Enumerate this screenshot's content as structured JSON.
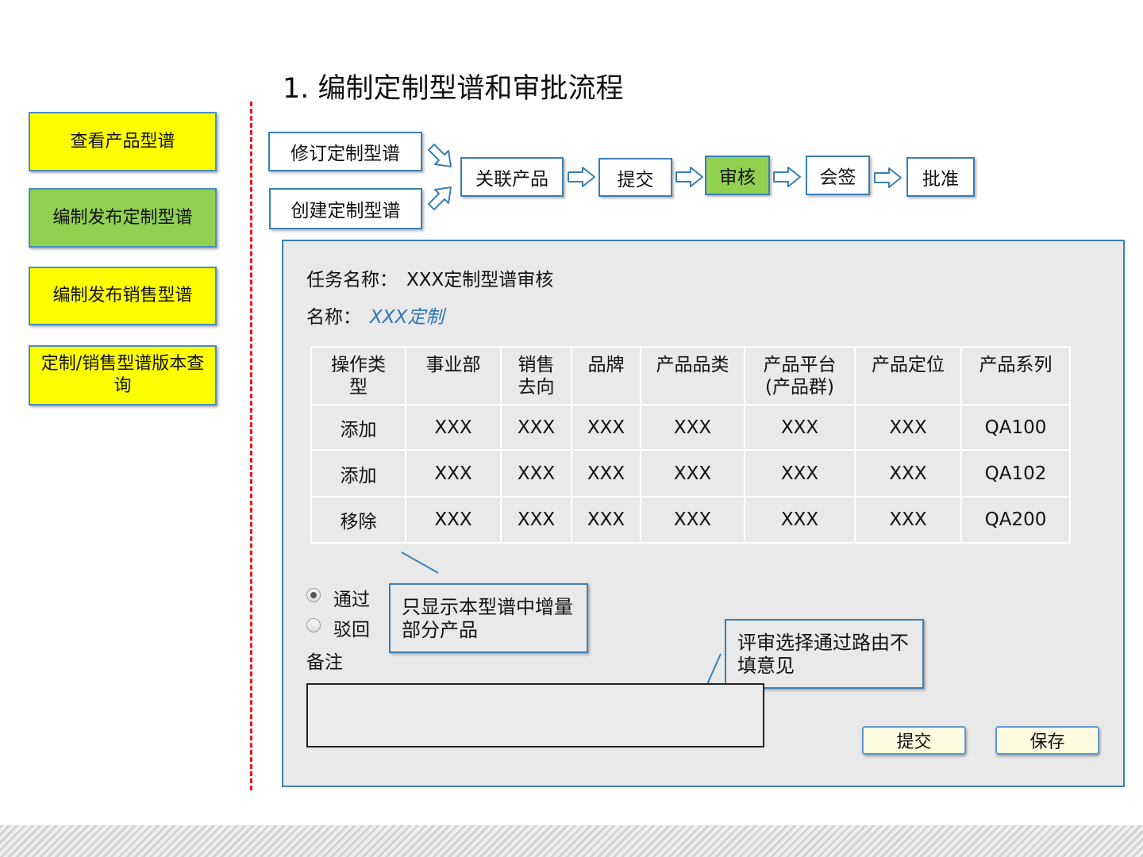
{
  "title": "1. 编制定制型谱和审批流程",
  "nav": {
    "items": [
      {
        "label": "查看产品型谱",
        "active": false
      },
      {
        "label": "编制发布定制型谱",
        "active": true
      },
      {
        "label": "编制发布销售型谱",
        "active": false
      },
      {
        "label": "定制/销售型谱版本查询",
        "active": false
      }
    ]
  },
  "flow": {
    "revise": "修订定制型谱",
    "create": "创建定制型谱",
    "associate": "关联产品",
    "submit": "提交",
    "review": "审核",
    "countersign": "会签",
    "approve": "批准"
  },
  "form": {
    "task_label": "任务名称：",
    "task_value": "XXX定制型谱审核",
    "name_label": "名称：",
    "name_value": "XXX定制"
  },
  "table": {
    "headers": [
      [
        "操作类",
        "型"
      ],
      [
        "事业部"
      ],
      [
        "销售",
        "去向"
      ],
      [
        "品牌"
      ],
      [
        "产品品类"
      ],
      [
        "产品平台",
        "(产品群)"
      ],
      [
        "产品定位"
      ],
      [
        "产品系列"
      ]
    ],
    "rows": [
      [
        "添加",
        "XXX",
        "XXX",
        "XXX",
        "XXX",
        "XXX",
        "XXX",
        "QA100"
      ],
      [
        "添加",
        "XXX",
        "XXX",
        "XXX",
        "XXX",
        "XXX",
        "XXX",
        "QA102"
      ],
      [
        "移除",
        "XXX",
        "XXX",
        "XXX",
        "XXX",
        "XXX",
        "XXX",
        "QA200"
      ]
    ]
  },
  "decision": {
    "approve_label": "通过",
    "reject_label": "驳回",
    "selected": "通过",
    "remark_label": "备注",
    "remark_value": ""
  },
  "notes": {
    "incremental": [
      "只显示本型谱中增量",
      "部分产品"
    ],
    "opinion": [
      "评审选择通过路由不",
      "填意见"
    ]
  },
  "buttons": {
    "submit": "提交",
    "save": "保存"
  },
  "colors": {
    "nav_default": "#ffff00",
    "nav_active": "#92d050",
    "review_active": "#92d050",
    "divider": "#e8161b",
    "border_blue": "#3a7fb6"
  }
}
